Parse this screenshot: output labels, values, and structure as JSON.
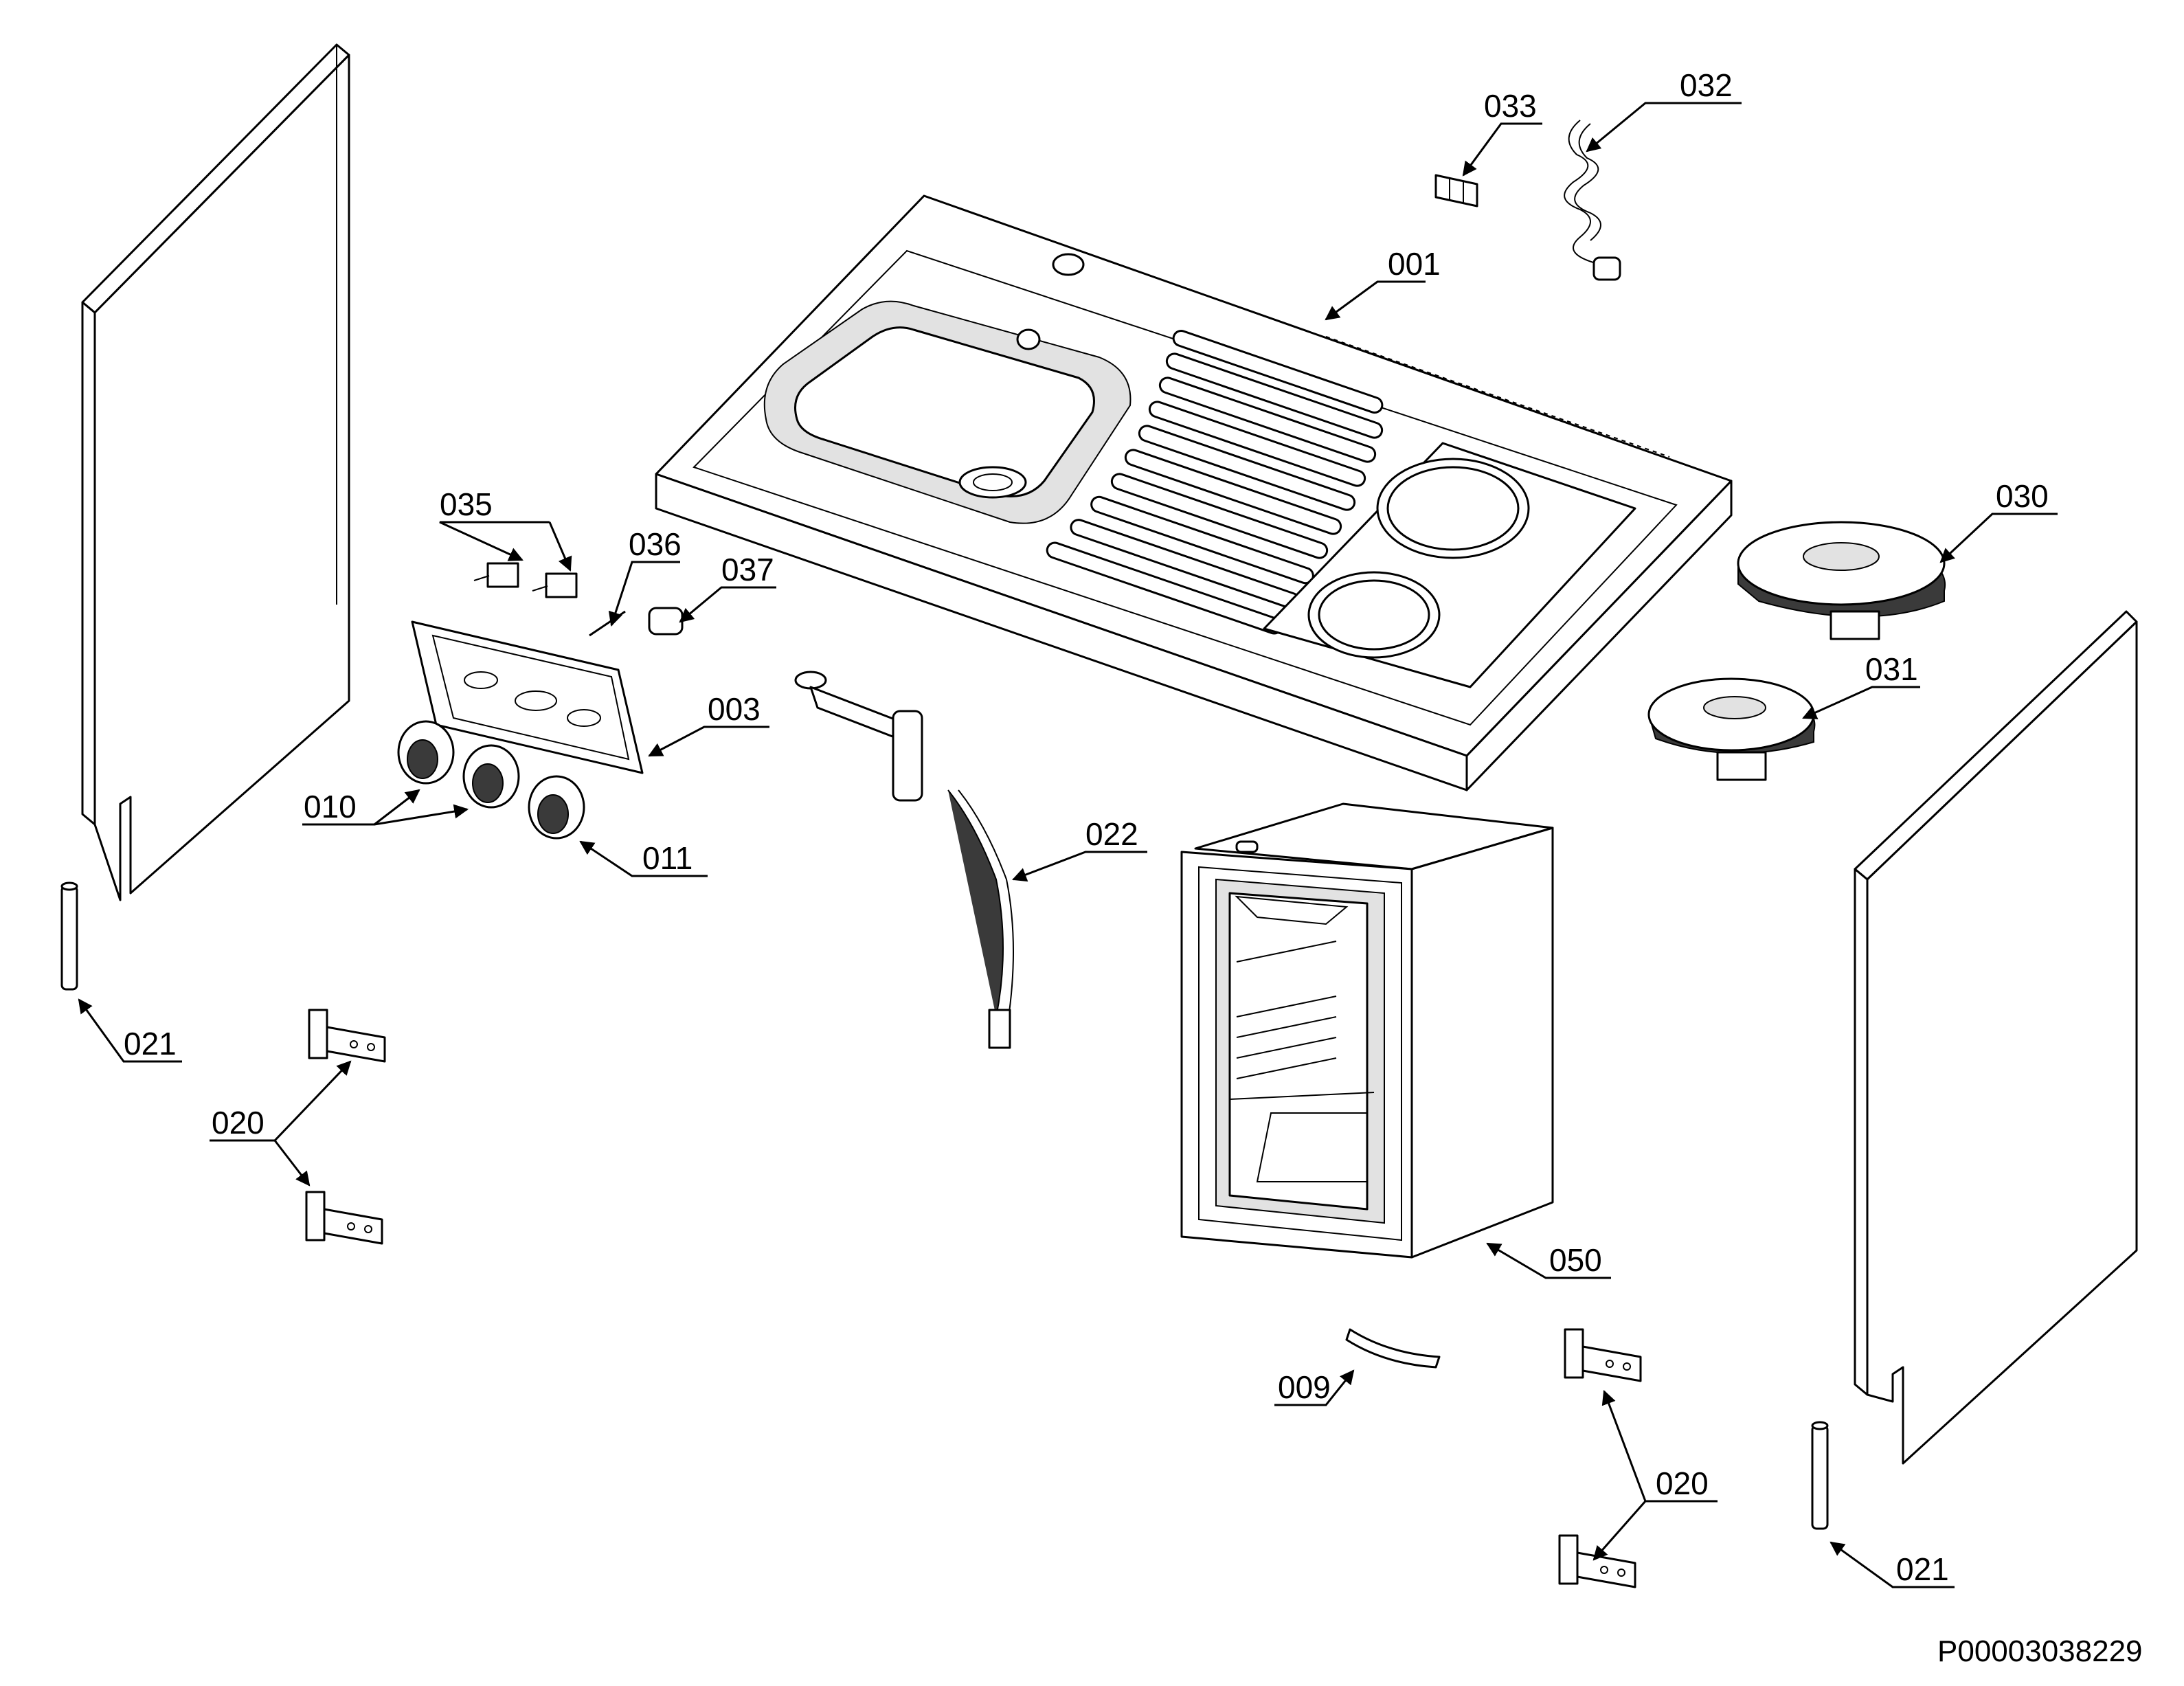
{
  "drawing_code": "P00003038229",
  "callouts": {
    "c001": "001",
    "c003": "003",
    "c009": "009",
    "c010": "010",
    "c011": "011",
    "c020_left": "020",
    "c020_right": "020",
    "c021_left": "021",
    "c021_right": "021",
    "c022": "022",
    "c030": "030",
    "c031": "031",
    "c032": "032",
    "c033": "033",
    "c035": "035",
    "c036": "036",
    "c037": "037",
    "c050": "050"
  }
}
